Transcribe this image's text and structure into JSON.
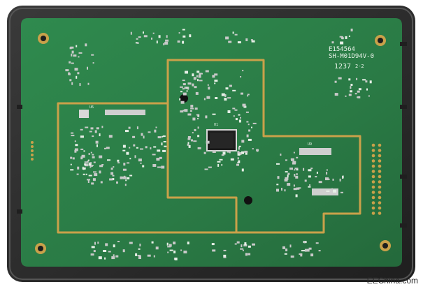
{
  "photo": {
    "subject": "PCB",
    "colors": {
      "background": "#ffffff",
      "case": "#2b2b2b",
      "case_edge": "#4a4a4a",
      "board": "#2f7f49",
      "board_dark": "#256b3c",
      "gold_trace": "#caa14a",
      "silkscreen": "#e9f3e9",
      "solder_pad": "#cfcfcf"
    },
    "silkscreen": {
      "cert_id": "E154564",
      "rating": "SH-M01D94V-0",
      "batch": "1237",
      "rev": "2-2",
      "ref_main_chip": "U1",
      "ref_left_chip": "U6",
      "ref_right_chip": "U9"
    }
  },
  "watermark": {
    "text": "EEChina.com"
  }
}
